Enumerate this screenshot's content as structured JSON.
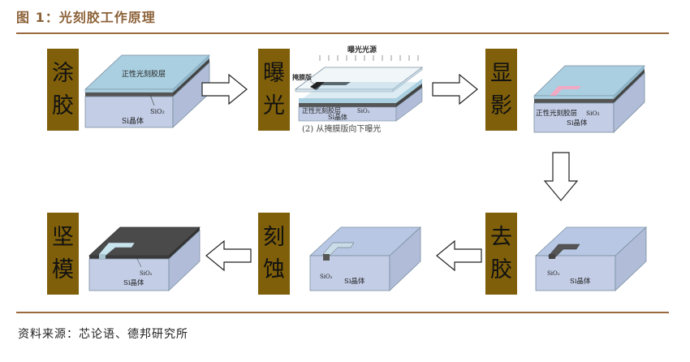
{
  "title": "图 1：光刻胶工作原理",
  "source": "资料来源：芯论语、德邦研究所",
  "steps": [
    {
      "label": [
        "涂",
        "胶"
      ],
      "texts": {
        "resist": "正性光刻胶层",
        "oxide": "SiO₂",
        "substrate": "Si晶体"
      }
    },
    {
      "label": [
        "曝",
        "光"
      ],
      "texts": {
        "light": "曝光光源",
        "mask": "掩膜版",
        "resist": "正性光刻胶层",
        "oxide": "SiO₂",
        "substrate": "Si晶体",
        "caption": "(2) 从掩膜版向下曝光"
      }
    },
    {
      "label": [
        "显",
        "影"
      ],
      "texts": {
        "resist": "正性光刻胶层",
        "oxide": "SiO₂",
        "substrate": "Si晶体"
      }
    },
    {
      "label": [
        "去",
        "胶"
      ],
      "texts": {
        "oxide": "SiO₂",
        "substrate": "Si晶体"
      }
    },
    {
      "label": [
        "刻",
        "蚀"
      ],
      "texts": {
        "oxide": "SiO₂",
        "substrate": "Si晶体"
      }
    },
    {
      "label": [
        "坚",
        "模"
      ],
      "texts": {
        "oxide": "SiO₂",
        "substrate": "Si晶体"
      }
    }
  ],
  "arrows": [
    "right",
    "right",
    "down",
    "left",
    "left"
  ],
  "colors": {
    "label_bg": "#7f5f0a",
    "title": "#8c6239",
    "rule": "#9a6a3f",
    "resist": "#a9cfe0",
    "substrate": "#c3cde6",
    "oxide": "#555555",
    "exposed": "#f2a9c3"
  }
}
